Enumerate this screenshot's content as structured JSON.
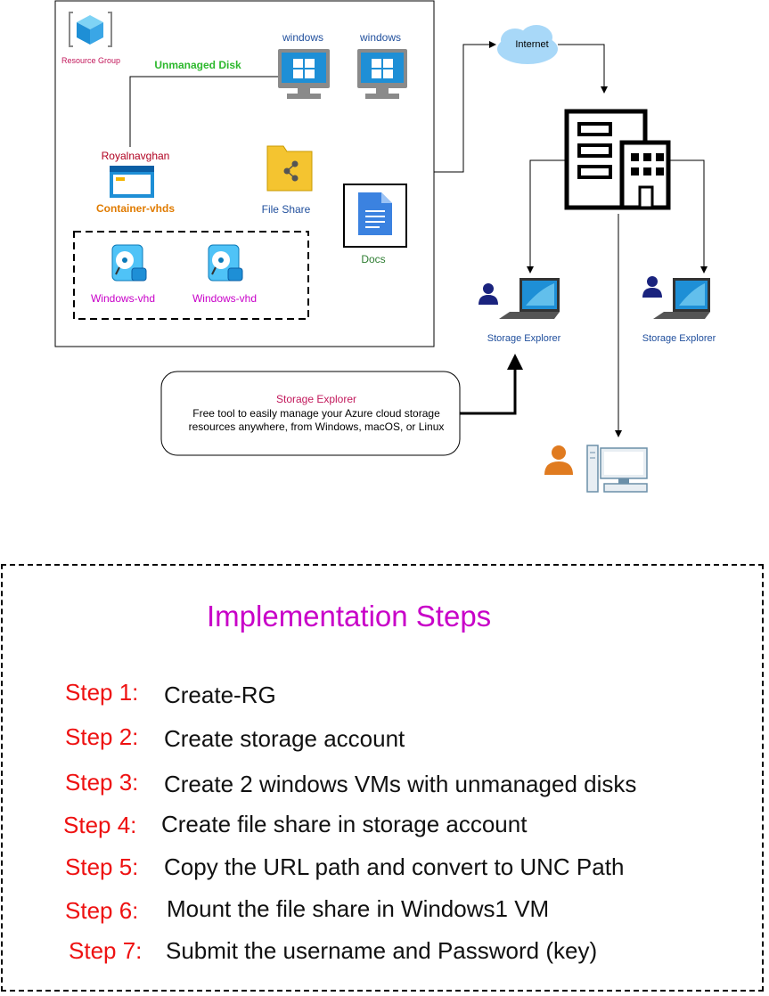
{
  "resource_group": {
    "label": "Resource Group"
  },
  "disk": {
    "label": "Unmanaged Disk"
  },
  "vms": [
    {
      "label": "windows"
    },
    {
      "label": "windows"
    }
  ],
  "storage_account": {
    "label": "Royalnavghan"
  },
  "container": {
    "label": "Container-vhds"
  },
  "file_share": {
    "label": "File Share"
  },
  "docs": {
    "label": "Docs"
  },
  "vhds": [
    {
      "label": "Windows-vhd"
    },
    {
      "label": "Windows-vhd"
    }
  ],
  "internet": {
    "label": "Internet"
  },
  "explorers": [
    {
      "label": "Storage Explorer"
    },
    {
      "label": "Storage Explorer"
    }
  ],
  "tooltip": {
    "title": "Storage Explorer",
    "line1": "Free tool to easily manage your Azure cloud storage",
    "line2": "resources anywhere, from Windows, macOS, or Linux"
  },
  "steps": {
    "title": "Implementation Steps",
    "items": [
      {
        "num": "Step 1:",
        "text": "Create-RG"
      },
      {
        "num": "Step 2:",
        "text": "Create storage account"
      },
      {
        "num": "Step 3:",
        "text": "Create 2 windows VMs with unmanaged disks"
      },
      {
        "num": "Step 4:",
        "text": "Create file share in storage account"
      },
      {
        "num": "Step 5:",
        "text": "Copy the URL path and convert to UNC Path"
      },
      {
        "num": "Step 6:",
        "text": "Mount the file share in Windows1 VM"
      },
      {
        "num": "Step 7:",
        "text": "Submit the username and Password (key)"
      }
    ]
  },
  "colors": {
    "accent_magenta": "#c800c8",
    "step_red": "#e11111",
    "azure_blue": "#1e8fd6",
    "label_blue": "#1f4e9c",
    "label_green": "#2db82d",
    "label_orange": "#e07b00",
    "person_orange": "#e07b20",
    "person_navy": "#1a237e"
  }
}
